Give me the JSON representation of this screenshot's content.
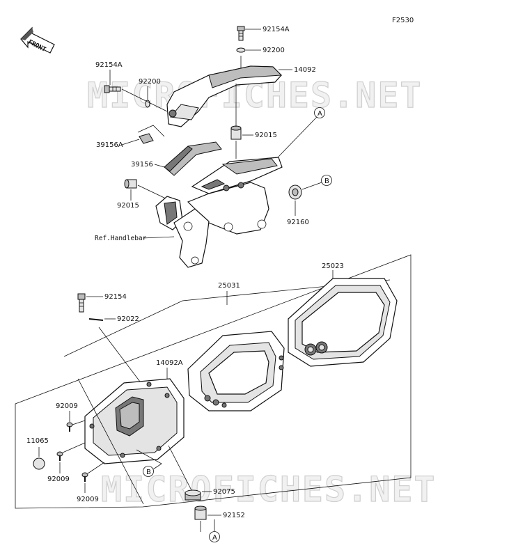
{
  "figure_code": "F2530",
  "front_label": "FRONT",
  "watermark": "MICROFICHES.NET",
  "ref_label": "Ref.Handlebar",
  "parts": {
    "p92154A_top": "92154A",
    "p92200_top": "92200",
    "p14092": "14092",
    "p92154A_left": "92154A",
    "p92200_left": "92200",
    "p39156A": "39156A",
    "p92015_right": "92015",
    "p39156": "39156",
    "p92015_left": "92015",
    "p92160": "92160",
    "p25023": "25023",
    "p25031": "25031",
    "p92154": "92154",
    "p92022": "92022",
    "p14092A": "14092A",
    "p92009_a": "92009",
    "p11065": "11065",
    "p92009_b": "92009",
    "p92009_c": "92009",
    "p92075": "92075",
    "p92152": "92152"
  },
  "callouts": {
    "a_top": "A",
    "b_top": "B",
    "b_bottom": "B",
    "a_bottom": "A"
  }
}
